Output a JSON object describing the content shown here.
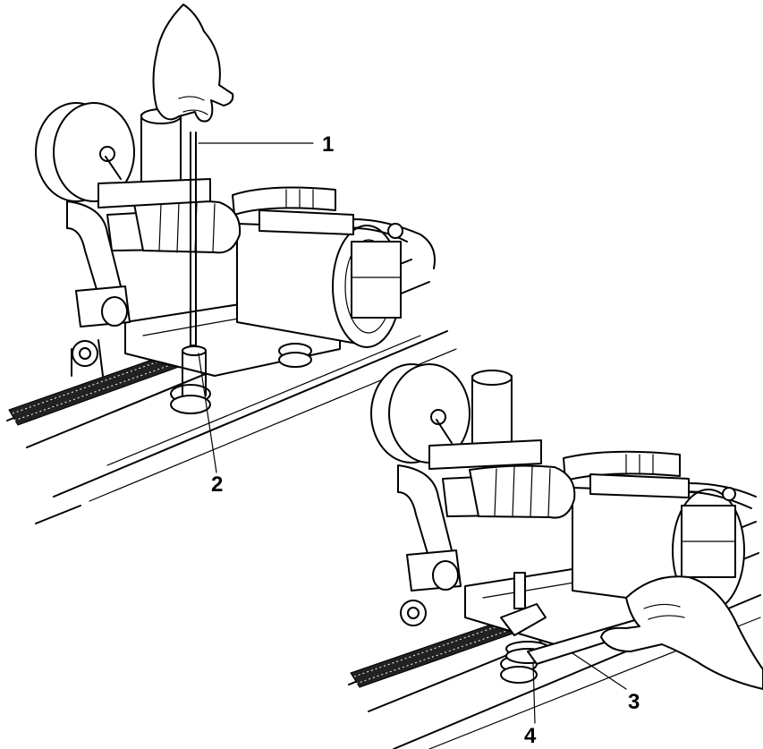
{
  "callouts": [
    {
      "id": "1",
      "text": "1"
    },
    {
      "id": "2",
      "text": "2"
    },
    {
      "id": "3",
      "text": "3"
    },
    {
      "id": "4",
      "text": "4"
    }
  ]
}
